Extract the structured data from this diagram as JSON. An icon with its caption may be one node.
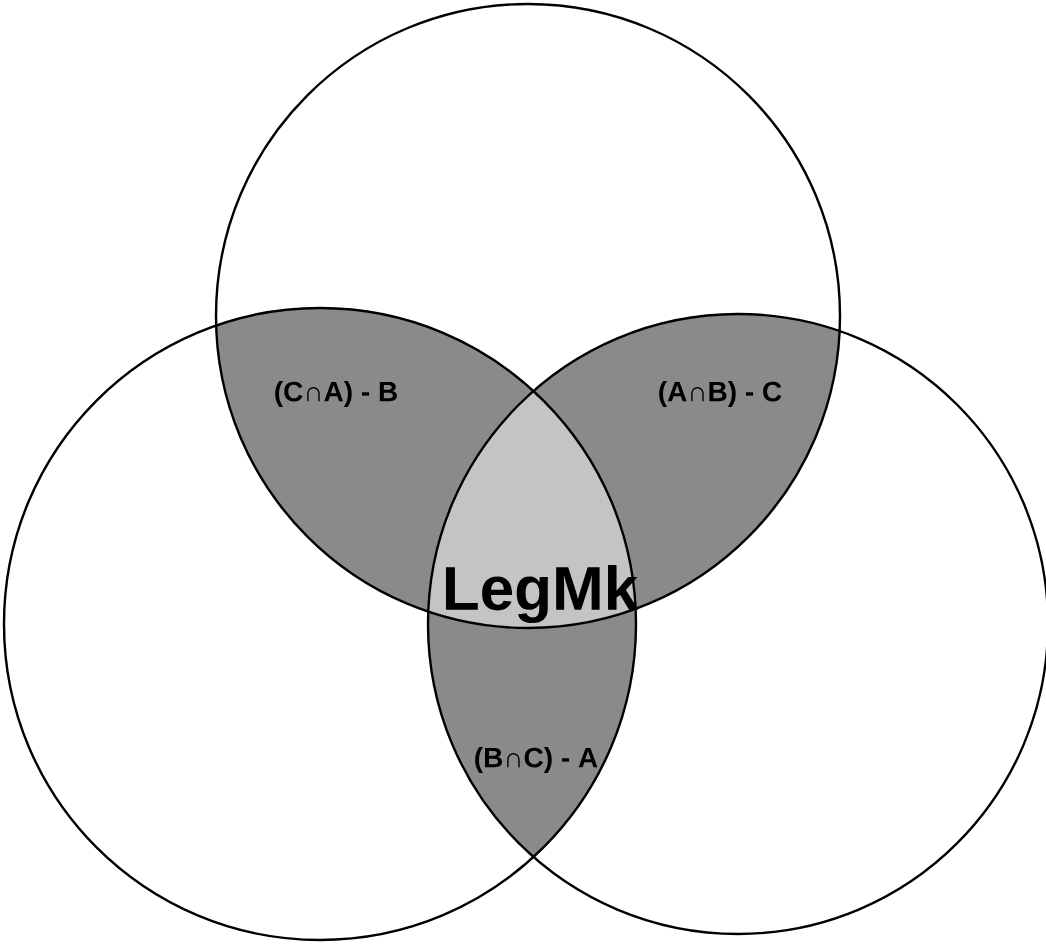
{
  "diagram": {
    "nodes": [
      {
        "text": [],
        "shape": "circle"
      },
      {
        "text": [],
        "shape": "circle"
      },
      {
        "text": [],
        "shape": "circle"
      }
    ],
    "labels": [
      "(C∩A) - B",
      "(A∩B) - C",
      "LegMk",
      "(B∩C) - A"
    ]
  }
}
